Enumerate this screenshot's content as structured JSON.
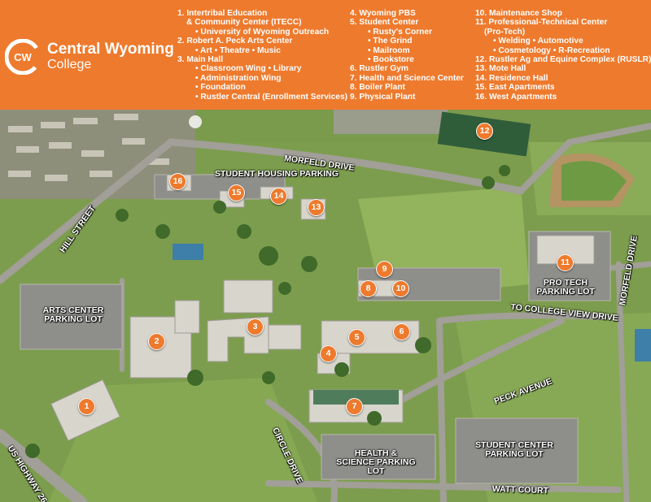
{
  "brand": {
    "name": "Central Wyoming",
    "sub": "College",
    "mark": "CW",
    "color": "#ee7a2d"
  },
  "legend": {
    "col1": [
      {
        "text": "1. Intertribal Education",
        "level": 0
      },
      {
        "text": "& Community Center (ITECC)",
        "level": 1
      },
      {
        "text": "• University of Wyoming Outreach",
        "level": 2
      },
      {
        "text": "2. Robert A. Peck Arts Center",
        "level": 0
      },
      {
        "text": "• Art • Theatre • Music",
        "level": 2
      },
      {
        "text": "3. Main Hall",
        "level": 0
      },
      {
        "text": "• Classroom Wing • Library",
        "level": 2
      },
      {
        "text": "• Administration Wing",
        "level": 2
      },
      {
        "text": "• Foundation",
        "level": 2
      },
      {
        "text": "• Rustler Central (Enrollment Services)",
        "level": 2
      }
    ],
    "col2": [
      {
        "text": "4. Wyoming PBS",
        "level": 0
      },
      {
        "text": "5. Student Center",
        "level": 0
      },
      {
        "text": "• Rusty's Corner",
        "level": 2
      },
      {
        "text": "• The Grind",
        "level": 2
      },
      {
        "text": "• Mailroom",
        "level": 2
      },
      {
        "text": "• Bookstore",
        "level": 2
      },
      {
        "text": "6. Rustler Gym",
        "level": 0
      },
      {
        "text": "7. Health and Science Center",
        "level": 0
      },
      {
        "text": "8. Boiler Plant",
        "level": 0
      },
      {
        "text": "9. Physical Plant",
        "level": 0
      }
    ],
    "col3": [
      {
        "text": "10. Maintenance Shop",
        "level": 0
      },
      {
        "text": "11. Professional-Technical Center",
        "level": 0
      },
      {
        "text": "(Pro-Tech)",
        "level": 1
      },
      {
        "text": "• Welding • Automotive",
        "level": 2
      },
      {
        "text": "• Cosmetology • R-Recreation",
        "level": 2
      },
      {
        "text": "12. Rustler Ag and Equine Complex (RUSLR)",
        "level": 0
      },
      {
        "text": "13. Mote Hall",
        "level": 0
      },
      {
        "text": "14. Residence Hall",
        "level": 0
      },
      {
        "text": "15. East Apartments",
        "level": 0
      },
      {
        "text": "16. West Apartments",
        "level": 0
      }
    ]
  },
  "pins": [
    "1",
    "2",
    "3",
    "4",
    "5",
    "6",
    "7",
    "8",
    "9",
    "10",
    "11",
    "12",
    "13",
    "14",
    "15",
    "16"
  ],
  "labels": {
    "student_housing_parking": "STUDENT HOUSING PARKING",
    "morfeld_drive_top": "MORFELD DRIVE",
    "morfeld_drive_right": "MORFELD DRIVE",
    "hill_street": "HILL STREET",
    "arts_center_parking": "ARTS CENTER PARKING LOT",
    "pro_tech_parking": "PRO TECH PARKING LOT",
    "to_college_view": "TO COLLEGE VIEW DRIVE",
    "peck_avenue": "PECK AVENUE",
    "circle_drive": "CIRCLE DRIVE",
    "health_science_parking": "HEALTH & SCIENCE PARKING LOT",
    "student_center_parking": "STUDENT CENTER PARKING LOT",
    "us_highway": "US HIGHWAY 26",
    "watt_court": "WATT COURT"
  },
  "colors": {
    "accent": "#ee7a2d",
    "grass": "#7fa04f",
    "road": "#9a9a96",
    "roof": "#d9d6cf",
    "roof_green": "#2f5d3a"
  }
}
